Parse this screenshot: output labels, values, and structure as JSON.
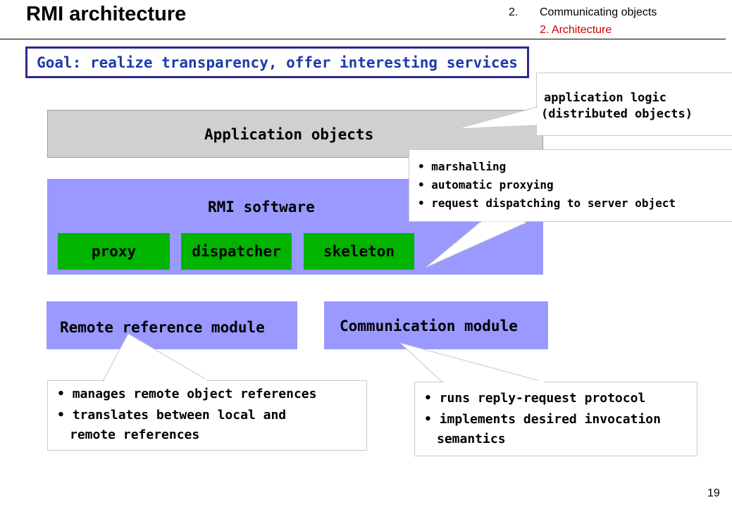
{
  "header": {
    "title": "RMI architecture",
    "section_number": "2.",
    "section_title": "Communicating objects",
    "subsection": "2. Architecture"
  },
  "goal": "Goal: realize transparency, offer interesting services",
  "layers": {
    "application": "Application objects",
    "rmi_software": "RMI software",
    "components": [
      "proxy",
      "dispatcher",
      "skeleton"
    ],
    "remote_reference_module": "Remote reference module",
    "communication_module": "Communication module"
  },
  "callouts": {
    "application": [
      "application logic",
      "(distributed objects)"
    ],
    "rmi": [
      "marshalling",
      "automatic proxying",
      "request dispatching to server object"
    ],
    "remote_reference": [
      "manages remote object references",
      "translates between local and",
      "remote references"
    ],
    "communication": [
      "runs reply-request protocol",
      "implements desired invocation",
      "semantics"
    ]
  },
  "page_number": "19",
  "colors": {
    "goal_text": "#1f3ba8",
    "goal_border": "#2b2b8a",
    "layer_blue": "#9999ff",
    "component_green": "#00b400",
    "application_gray": "#d0d0d0",
    "subsection_red": "#cc0000"
  }
}
